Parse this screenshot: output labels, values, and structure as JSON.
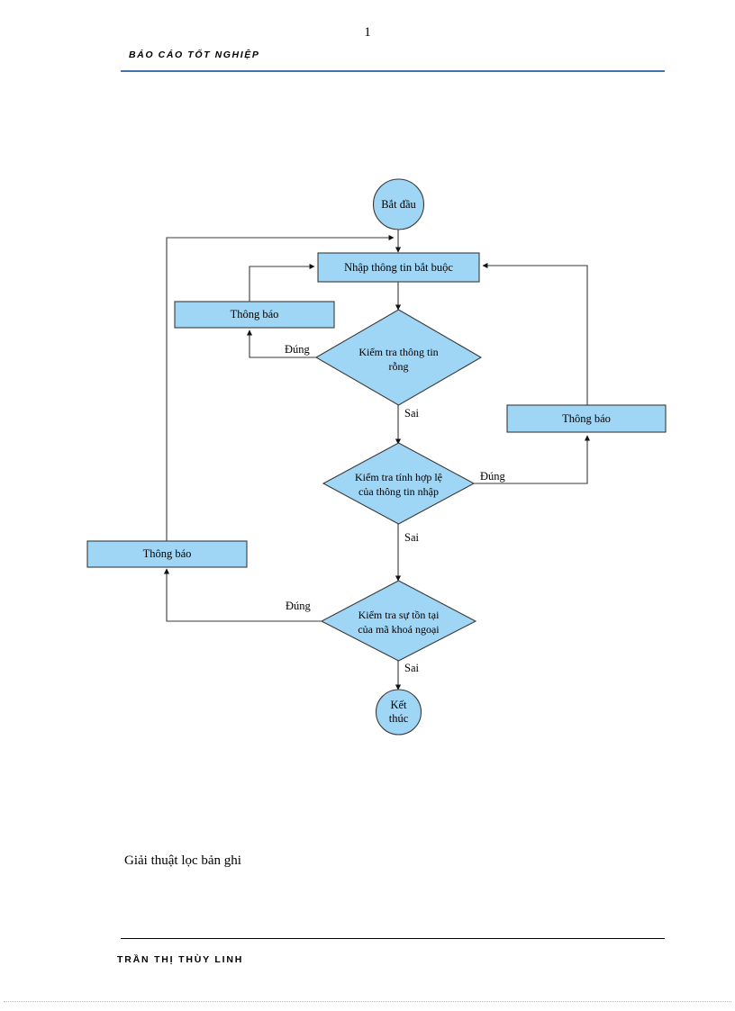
{
  "document": {
    "page_number": "1",
    "header_title": "BÁO CÁO TỐT NGHIỆP",
    "footer_name": "TRẦN THỊ THÙY LINH",
    "caption": "Giải thuật lọc bản ghi",
    "header_rule_color": "#4472a8",
    "shape_fill_color": "#9fd5f5",
    "shape_stroke_color": "#3a3a3a"
  },
  "chart_data": {
    "type": "diagram",
    "diagram_kind": "flowchart",
    "title": "Giải thuật lọc bản ghi",
    "nodes": [
      {
        "id": "start",
        "shape": "ellipse",
        "label": "Bắt đầu"
      },
      {
        "id": "input",
        "shape": "process",
        "label": "Nhập thông tin bắt buộc"
      },
      {
        "id": "msg1",
        "shape": "process",
        "label": "Thông báo"
      },
      {
        "id": "check1",
        "shape": "decision",
        "label_line1": "Kiểm tra thông tin",
        "label_line2": "rỗng"
      },
      {
        "id": "msg2",
        "shape": "process",
        "label": "Thông báo"
      },
      {
        "id": "check2",
        "shape": "decision",
        "label_line1": "Kiểm tra tính hợp lệ",
        "label_line2": "của thông tin nhập"
      },
      {
        "id": "msg3",
        "shape": "process",
        "label": "Thông báo"
      },
      {
        "id": "check3",
        "shape": "decision",
        "label_line1": "Kiểm tra sự tồn tại",
        "label_line2": "của mã khoá ngoại"
      },
      {
        "id": "end",
        "shape": "ellipse",
        "label_line1": "Kết",
        "label_line2": "thúc"
      }
    ],
    "edges": [
      {
        "from": "start",
        "to": "input",
        "label": ""
      },
      {
        "from": "input",
        "to": "check1",
        "label": ""
      },
      {
        "from": "check1",
        "to": "msg1",
        "label": "Đúng"
      },
      {
        "from": "msg1",
        "to": "input",
        "label": ""
      },
      {
        "from": "check1",
        "to": "check2",
        "label": "Sai"
      },
      {
        "from": "check2",
        "to": "msg2",
        "label": "Đúng"
      },
      {
        "from": "msg2",
        "to": "input",
        "label": ""
      },
      {
        "from": "check2",
        "to": "check3",
        "label": "Sai"
      },
      {
        "from": "check3",
        "to": "msg3",
        "label": "Đúng"
      },
      {
        "from": "msg3",
        "to": "input",
        "label": ""
      },
      {
        "from": "check3",
        "to": "end",
        "label": "Sai"
      }
    ],
    "edge_labels": {
      "dung": "Đúng",
      "sai": "Sai"
    }
  }
}
